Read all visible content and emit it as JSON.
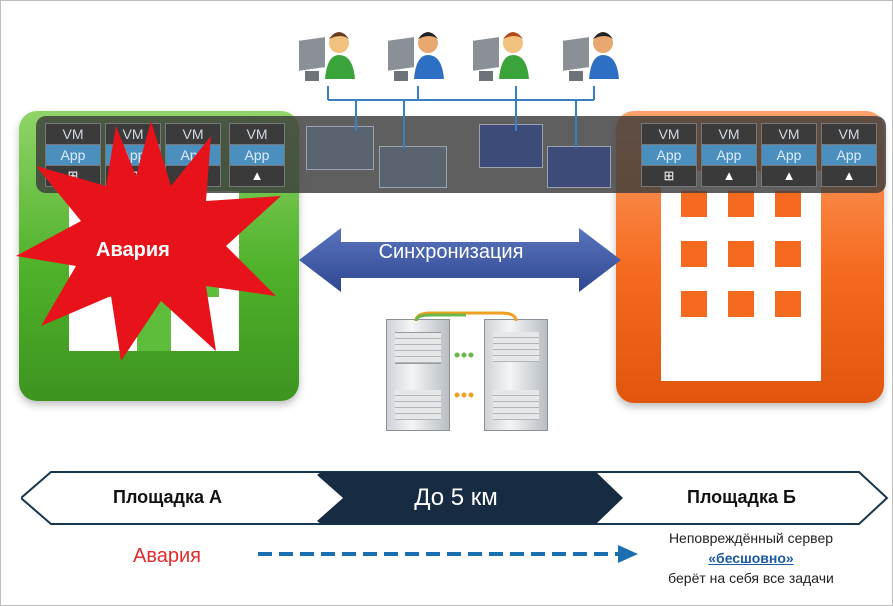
{
  "users_count": 4,
  "vm": {
    "top_label": "VM",
    "mid_label": "App"
  },
  "burst": {
    "label": "Авария"
  },
  "sync": {
    "label": "Синхронизация"
  },
  "bottom": {
    "site_a": "Площадка А",
    "site_b": "Площадка Б",
    "distance": "До 5 км",
    "failure_label": "Авария",
    "note_line1": "Неповреждённый сервер",
    "note_emphasis": "«бесшовно»",
    "note_line2": "берёт на себя все задачи"
  },
  "colors": {
    "site_a": "#4fb12a",
    "site_b": "#f46a1e",
    "burst": "#e8121b",
    "sync_arrow": "#3f5aa6",
    "distance_box": "#172c43",
    "dashed_arrow": "#1a6fb0",
    "failure_text": "#e22b2b"
  },
  "icons": [
    "user-workstation-icon",
    "windows-icon",
    "linux-penguin-icon",
    "server-rack-icon"
  ]
}
